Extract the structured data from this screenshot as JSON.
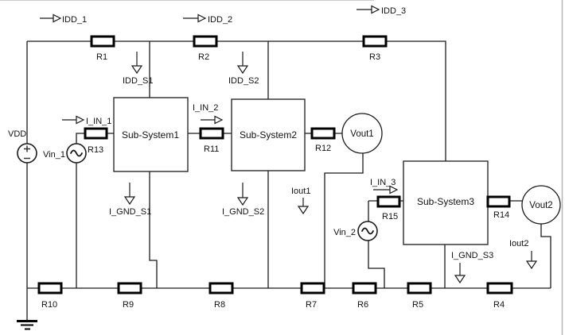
{
  "schematic": {
    "current_annotations": {
      "idd_1": "IDD_1",
      "idd_2": "IDD_2",
      "idd_3": "IDD_3",
      "idd_s1": "IDD_S1",
      "idd_s2": "IDD_S2",
      "i_in_1": "I_IN_1",
      "i_in_2": "I_IN_2",
      "i_in_3": "I_IN_3",
      "i_gnd_s1": "I_GND_S1",
      "i_gnd_s2": "I_GND_S2",
      "i_gnd_s3": "I_GND_S3",
      "iout1": "Iout1",
      "iout2": "Iout2"
    },
    "sources": {
      "vdd": "VDD",
      "vin_1": "Vin_1",
      "vin_2": "Vin_2"
    },
    "outputs": {
      "vout1": "Vout1",
      "vout2": "Vout2"
    },
    "subsystems": {
      "s1": "Sub-System1",
      "s2": "Sub-System2",
      "s3": "Sub-System3"
    },
    "resistors": {
      "r1": "R1",
      "r2": "R2",
      "r3": "R3",
      "r4": "R4",
      "r5": "R5",
      "r6": "R6",
      "r7": "R7",
      "r8": "R8",
      "r9": "R9",
      "r10": "R10",
      "r11": "R11",
      "r12": "R12",
      "r13": "R13",
      "r14": "R14",
      "r15": "R15"
    },
    "colors": {
      "wire": "#1a1a1a",
      "component_stroke": "#000000",
      "background": "#ffffff",
      "page_border": "#bfbfbf"
    }
  }
}
